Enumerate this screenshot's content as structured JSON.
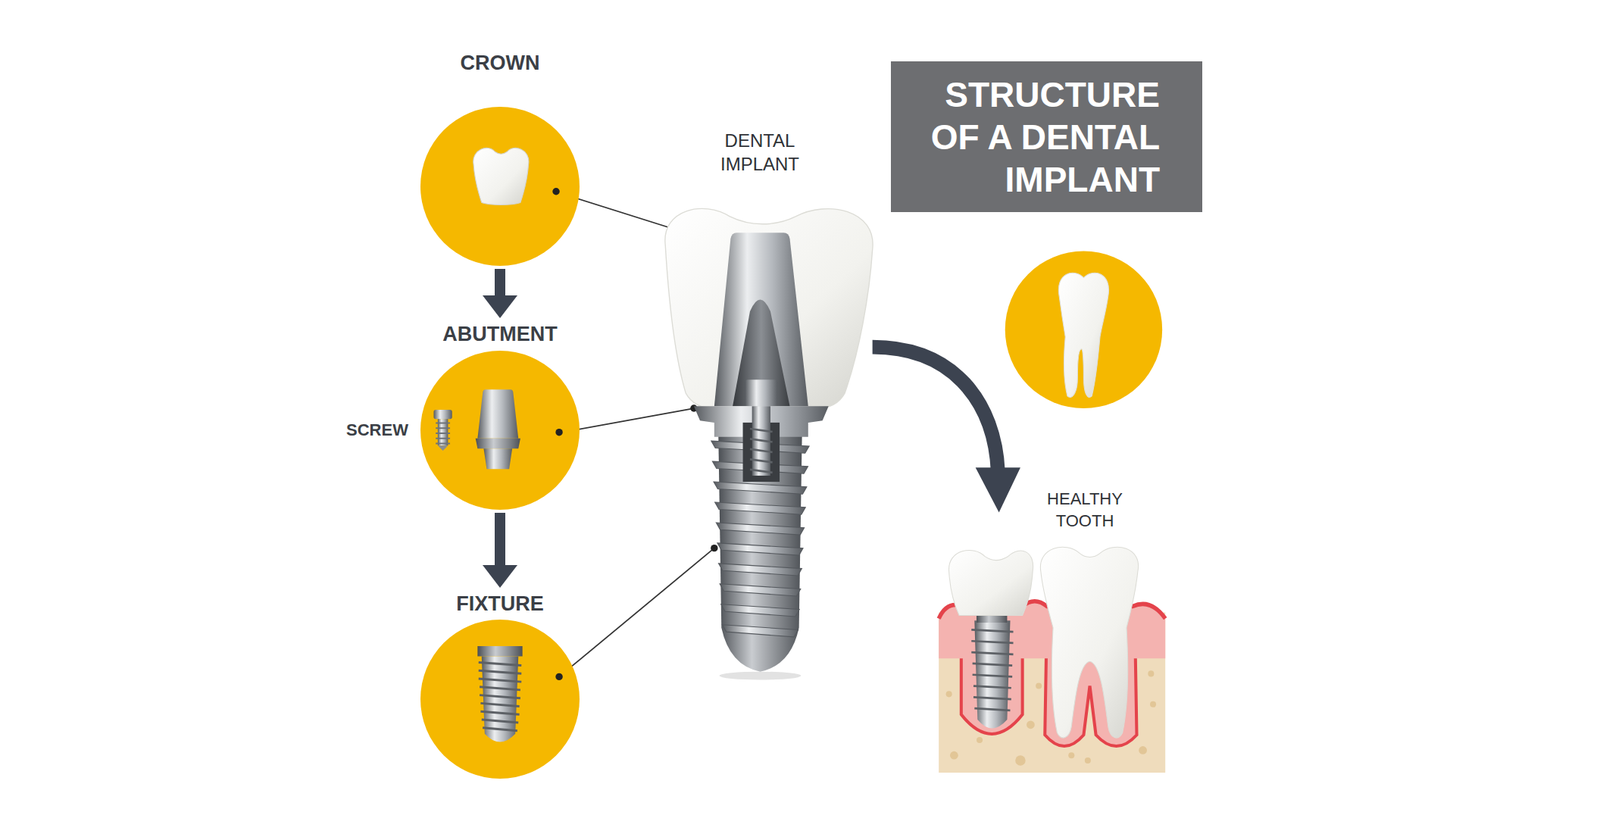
{
  "diagram": {
    "title": "STRUCTURE OF A DENTAL IMPLANT",
    "nodes": [
      {
        "text": [
          "CROWN"
        ]
      },
      {
        "text": [
          "ABUTMENT",
          "SCREW"
        ]
      },
      {
        "text": [
          "FIXTURE"
        ]
      }
    ],
    "edges": [
      {
        "from": 0,
        "to": 1,
        "arrow": "to"
      },
      {
        "from": 1,
        "to": 2,
        "arrow": "to"
      }
    ],
    "labels": [
      "DENTAL IMPLANT",
      "HEALTHY TOOTH"
    ]
  }
}
